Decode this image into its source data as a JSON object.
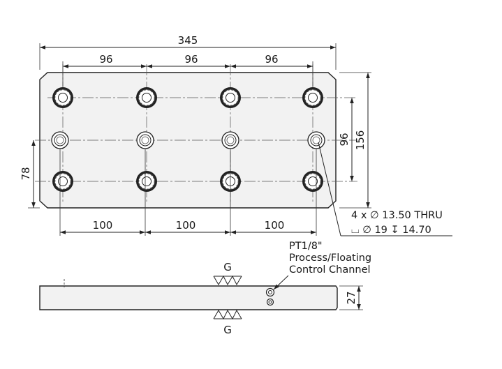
{
  "plan_view": {
    "overall_width": "345",
    "overall_height": "156",
    "top_spacing": [
      "96",
      "96",
      "96"
    ],
    "bottom_spacing": [
      "100",
      "100",
      "100"
    ],
    "vertical_spacing": "96",
    "left_offset": "78"
  },
  "hole_callout": {
    "line1": "4 x ∅ 13.50 THRU",
    "line2": "⌴ ∅ 19 ↧ 14.70"
  },
  "side_view": {
    "port_note": [
      "PT1/8\"",
      "Process/Floating",
      "Control Channel"
    ],
    "thickness": "27",
    "surface_symbol_top": "G",
    "surface_symbol_bottom": "G"
  }
}
